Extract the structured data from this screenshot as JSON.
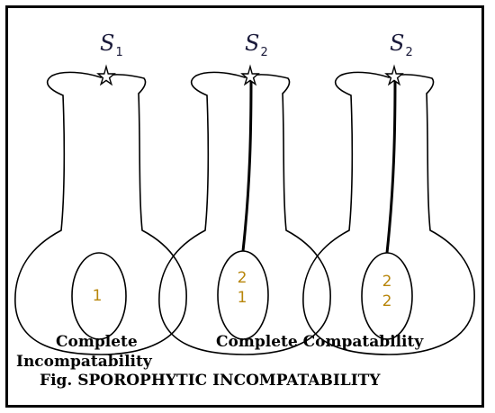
{
  "diagram": {
    "panels": [
      {
        "label_main": "S",
        "label_sub": "1",
        "nuclei": [
          "1"
        ],
        "pollen_tube": false
      },
      {
        "label_main": "S",
        "label_sub": "2",
        "nuclei": [
          "2",
          "1"
        ],
        "pollen_tube": true
      },
      {
        "label_main": "S",
        "label_sub": "2",
        "nuclei": [
          "2",
          "2"
        ],
        "pollen_tube": true
      }
    ],
    "captions": {
      "left_line1": "Complete",
      "left_line2": "Incompatability",
      "right": "Complete Compatability"
    },
    "figure_title": "Fig. SPOROPHYTIC INCOMPATABILITY",
    "colors": {
      "outline": "#000000",
      "ovule_text": "#b8860b",
      "label_text": "#1a1a3a"
    }
  }
}
